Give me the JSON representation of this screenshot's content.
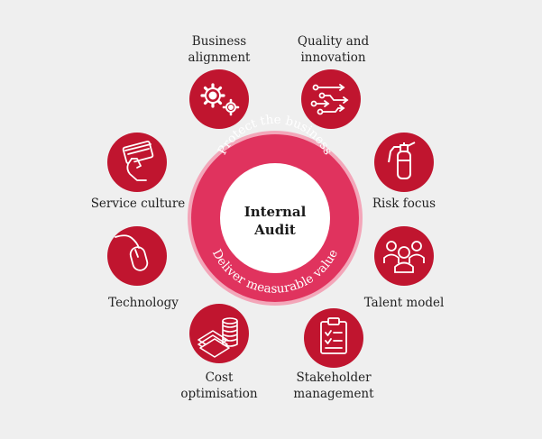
{
  "center": {
    "line1": "Internal",
    "line2": "Audit"
  },
  "ring": {
    "top_text": "Protect the business",
    "bottom_text": "Deliver measurable value"
  },
  "nodes": [
    {
      "id": "business-alignment",
      "icon": "gears-icon",
      "lines": [
        "Business",
        "alignment"
      ]
    },
    {
      "id": "quality-innovation",
      "icon": "circuit-arrows-icon",
      "lines": [
        "Quality and",
        "innovation"
      ]
    },
    {
      "id": "risk-focus",
      "icon": "fire-extinguisher-icon",
      "lines": [
        "Risk focus"
      ]
    },
    {
      "id": "talent-model",
      "icon": "people-group-icon",
      "lines": [
        "Talent model"
      ]
    },
    {
      "id": "stakeholder-management",
      "icon": "clipboard-checklist-icon",
      "lines": [
        "Stakeholder",
        "management"
      ]
    },
    {
      "id": "cost-optimisation",
      "icon": "money-coins-icon",
      "lines": [
        "Cost",
        "optimisation"
      ]
    },
    {
      "id": "technology",
      "icon": "computer-mouse-icon",
      "lines": [
        "Technology"
      ]
    },
    {
      "id": "service-culture",
      "icon": "hand-card-icon",
      "lines": [
        "Service culture"
      ]
    }
  ],
  "colors": {
    "background": "#efefef",
    "node_fill": "#c0152f",
    "ring_fill": "#e0335e",
    "ring_glow": "#f3a6b9",
    "center_fill": "#ffffff",
    "icon_stroke": "#ffffff"
  }
}
